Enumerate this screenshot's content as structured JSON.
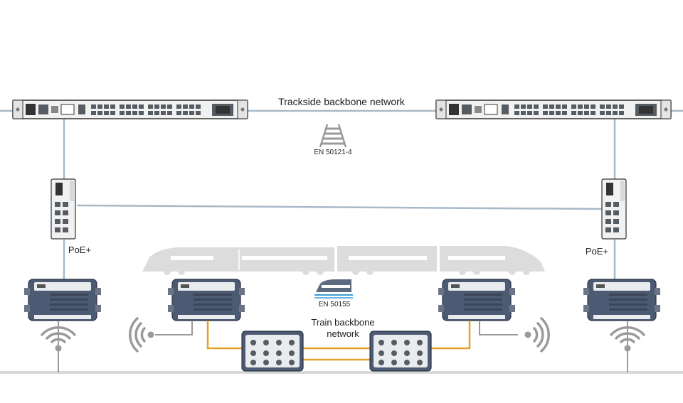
{
  "labels": {
    "trackside_backbone": "Trackside backbone network",
    "en_50121": "EN 50121-4",
    "poe_left": "PoE+",
    "poe_right": "PoE+",
    "en_50155": "EN 50155",
    "train_backbone_line1": "Train backbone",
    "train_backbone_line2": "network"
  },
  "colors": {
    "link": "#a8b9c8",
    "train_link": "#e3a126",
    "switch_body": "#f1f1f1",
    "port": "#555c63",
    "ap_body": "#4d5a73",
    "ap_panel": "#e9ecef",
    "train": "#dcdcdc",
    "wifi": "#9a9a9a",
    "ground": "#d9d9d9"
  },
  "icons": {
    "rail_track": "rail-track-icon",
    "train": "train-icon",
    "wifi": "wifi-signal-icon"
  }
}
